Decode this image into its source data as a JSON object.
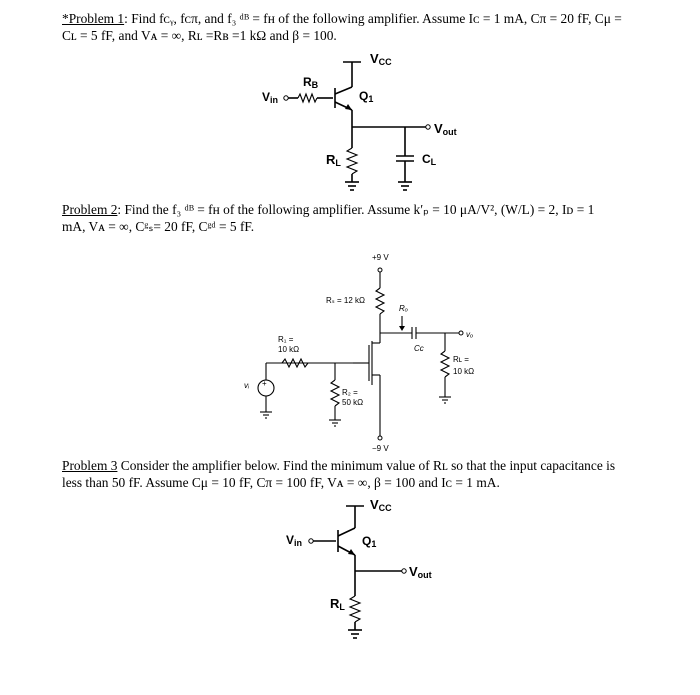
{
  "problem1": {
    "heading": "*Problem 1",
    "line1": ": Find fᴄᵧ, fᴄπ, and f₃ ᵈᴮ = fʜ of the following amplifier. Assume Iᴄ = 1 mA, Cπ = 20 fF, Cμ =",
    "line2": "Cʟ = 5 fF, and Vᴀ = ∞, Rʟ =Rʙ =1 kΩ and β = 100.",
    "circuit": {
      "vcc": "V",
      "vcc_sub": "CC",
      "rb": "R",
      "rb_sub": "B",
      "vin": "V",
      "vin_sub": "in",
      "q1": "Q",
      "q1_sub": "1",
      "vout": "V",
      "vout_sub": "out",
      "rl": "R",
      "rl_sub": "L",
      "cl": "C",
      "cl_sub": "L"
    }
  },
  "problem2": {
    "heading": "Problem 2",
    "line1": ": Find the f₃ ᵈᴮ = fʜ of the following amplifier. Assume k′ₚ = 10 μA/V², (W/L) = 2, Iᴅ = 1",
    "line2": "mA, Vᴀ = ∞, Cᵍₛ= 20 fF, Cᵍᵈ = 5 fF.",
    "circuit": {
      "vdd": "+9 V",
      "vss": "−9 V",
      "rs": "Rₛ = 12 kΩ",
      "ro": "Rₒ",
      "r1a": "R₁ =",
      "r1b": "10 kΩ",
      "r2a": "R₂ =",
      "r2b": "50 kΩ",
      "rla": "Rʟ =",
      "rlb": "10 kΩ",
      "cc": "Cᴄ",
      "vo": "vₒ",
      "vi": "vᵢ"
    }
  },
  "problem3": {
    "heading": "Problem 3",
    "line1": " Consider the amplifier below. Find the minimum value of Rʟ so that the input capacitance is",
    "line2": "less than 50 fF. Assume Cμ = 10 fF, Cπ = 100 fF, Vᴀ = ∞, β = 100 and Iᴄ = 1 mA.",
    "circuit": {
      "vcc": "V",
      "vcc_sub": "CC",
      "vin": "V",
      "vin_sub": "in",
      "q1": "Q",
      "q1_sub": "1",
      "vout": "V",
      "vout_sub": "out",
      "rl": "R",
      "rl_sub": "L"
    }
  }
}
